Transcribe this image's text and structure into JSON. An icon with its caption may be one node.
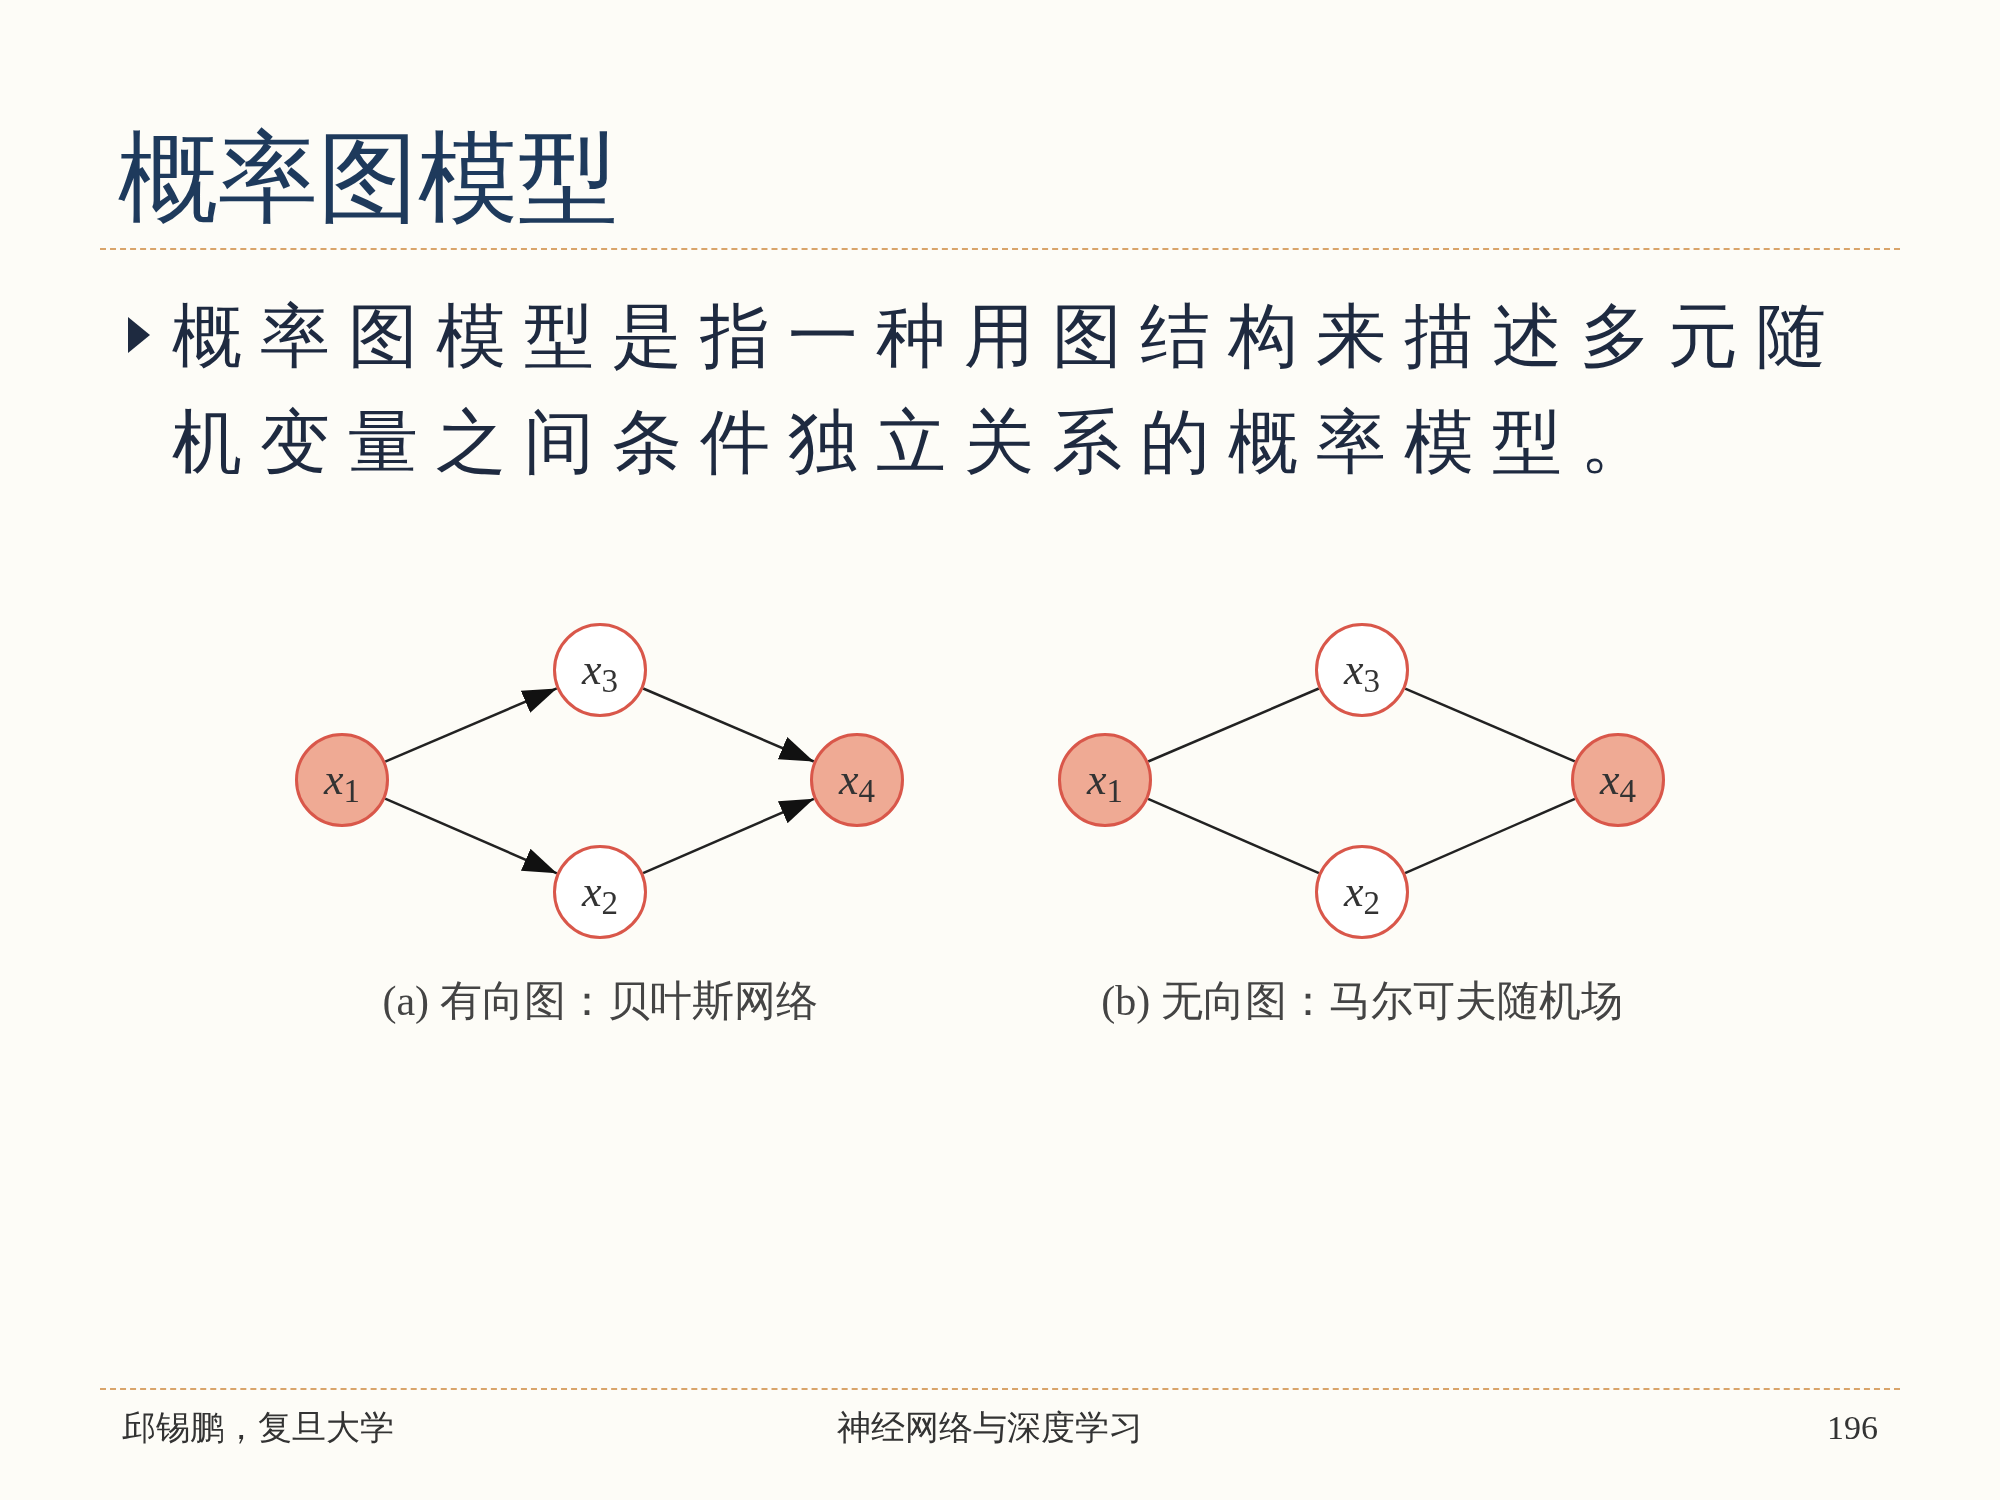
{
  "diagram": {
    "title": "概率图模型",
    "nodes": [
      {
        "text": [
          "*x*$_{1}$"
        ]
      },
      {
        "text": [
          "*x*$_{3}$"
        ]
      },
      {
        "text": [
          "*x*$_{2}$"
        ]
      },
      {
        "text": [
          "*x*$_{4}$"
        ]
      },
      {
        "text": [
          "*x*$_{1}$"
        ]
      },
      {
        "text": [
          "*x*$_{3}$"
        ]
      },
      {
        "text": [
          "*x*$_{2}$"
        ]
      },
      {
        "text": [
          "*x*$_{4}$"
        ]
      }
    ],
    "edges": [
      {
        "from": 0,
        "to": 1,
        "arrow": "to"
      },
      {
        "from": 0,
        "to": 2,
        "arrow": "to"
      },
      {
        "from": 1,
        "to": 3,
        "arrow": "to"
      },
      {
        "from": 2,
        "to": 3,
        "arrow": "to"
      },
      {
        "from": 4,
        "to": 5,
        "arrow": "none"
      },
      {
        "from": 4,
        "to": 6,
        "arrow": "none"
      },
      {
        "from": 5,
        "to": 7,
        "arrow": "none"
      },
      {
        "from": 6,
        "to": 7,
        "arrow": "none"
      }
    ],
    "labels": [
      "概率图模型是指一种用图结构来描述多元随机变量之间条件独立关系的概率模型。",
      "(a) 有向图：贝叶斯网络",
      "(b) 无向图：马尔可夫随机场",
      "邱锡鹏，复旦大学",
      "神经网络与深度学习",
      "196"
    ]
  }
}
